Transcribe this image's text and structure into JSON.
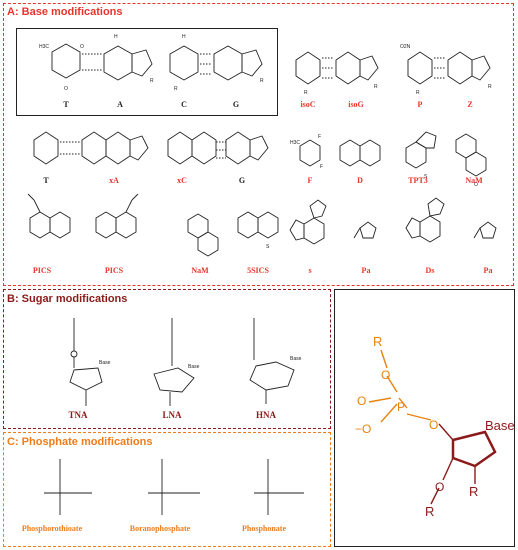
{
  "colors": {
    "base_panel": "#e8352b",
    "sugar_panel": "#8b1a1a",
    "phosphate_panel": "#f07c1a",
    "black": "#222222",
    "highlight_orange": "#e8820c",
    "highlight_sugar": "#8b1a1a"
  },
  "panel_a": {
    "title": "A: Base modifications",
    "row1": [
      {
        "label": "T",
        "color": "black"
      },
      {
        "label": "A",
        "color": "black"
      },
      {
        "label": "C",
        "color": "black"
      },
      {
        "label": "G",
        "color": "black"
      },
      {
        "label": "isoC",
        "color": "red"
      },
      {
        "label": "isoG",
        "color": "red"
      },
      {
        "label": "P",
        "color": "red"
      },
      {
        "label": "Z",
        "color": "red"
      }
    ],
    "row2": [
      {
        "label": "T",
        "color": "black"
      },
      {
        "label": "xA",
        "color": "red"
      },
      {
        "label": "xC",
        "color": "red"
      },
      {
        "label": "G",
        "color": "black"
      },
      {
        "label": "F",
        "color": "red"
      },
      {
        "label": "D",
        "color": "red"
      },
      {
        "label": "TPT3",
        "color": "red"
      },
      {
        "label": "NaM",
        "color": "red"
      }
    ],
    "row3": [
      {
        "label": "PICS",
        "color": "red"
      },
      {
        "label": "PICS",
        "color": "red"
      },
      {
        "label": "NaM",
        "color": "red"
      },
      {
        "label": "5SICS",
        "color": "red"
      },
      {
        "label": "s",
        "color": "red"
      },
      {
        "label": "Pa",
        "color": "red"
      },
      {
        "label": "Ds",
        "color": "red"
      },
      {
        "label": "Pa",
        "color": "red"
      }
    ]
  },
  "panel_b": {
    "title": "B: Sugar modifications",
    "items": [
      "TNA",
      "LNA",
      "HNA"
    ],
    "base_label": "Base"
  },
  "panel_c": {
    "title": "C: Phosphate modifications",
    "items": [
      "Phosphorothioate",
      "Boranophosphate",
      "Phosphonate"
    ]
  },
  "panel_d": {
    "base_label": "Base",
    "r_label": "R",
    "o_label": "O",
    "p_label": "P",
    "minus_o": "−O"
  }
}
